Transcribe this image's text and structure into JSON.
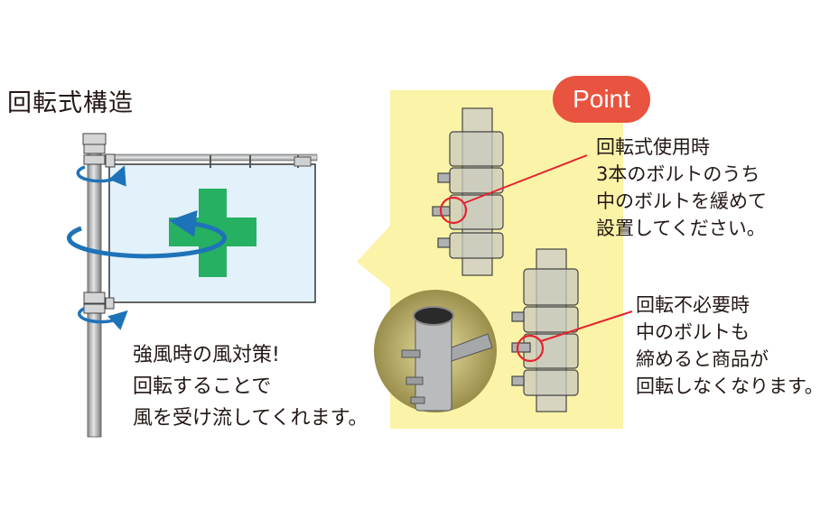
{
  "title": "回転式構造",
  "point_badge": "Point",
  "caption": [
    "強風時の風対策!",
    "回転することで",
    "風を受け流してくれます。"
  ],
  "note_swivel": [
    "回転式使用時",
    "3本のボルトのうち",
    "中のボルトを緩めて",
    "設置してください。"
  ],
  "note_fixed": [
    "回転不必要時",
    "中のボルトも",
    "締めると商品が",
    "回転しなくなります。"
  ],
  "colors": {
    "highlight": "#fbf3a7",
    "badge": "#e8543f",
    "cross": "#26b062",
    "rotation_arrow": "#1e73b8",
    "flag": "#e3f1fb",
    "bolt_circle": "#e6232f"
  }
}
